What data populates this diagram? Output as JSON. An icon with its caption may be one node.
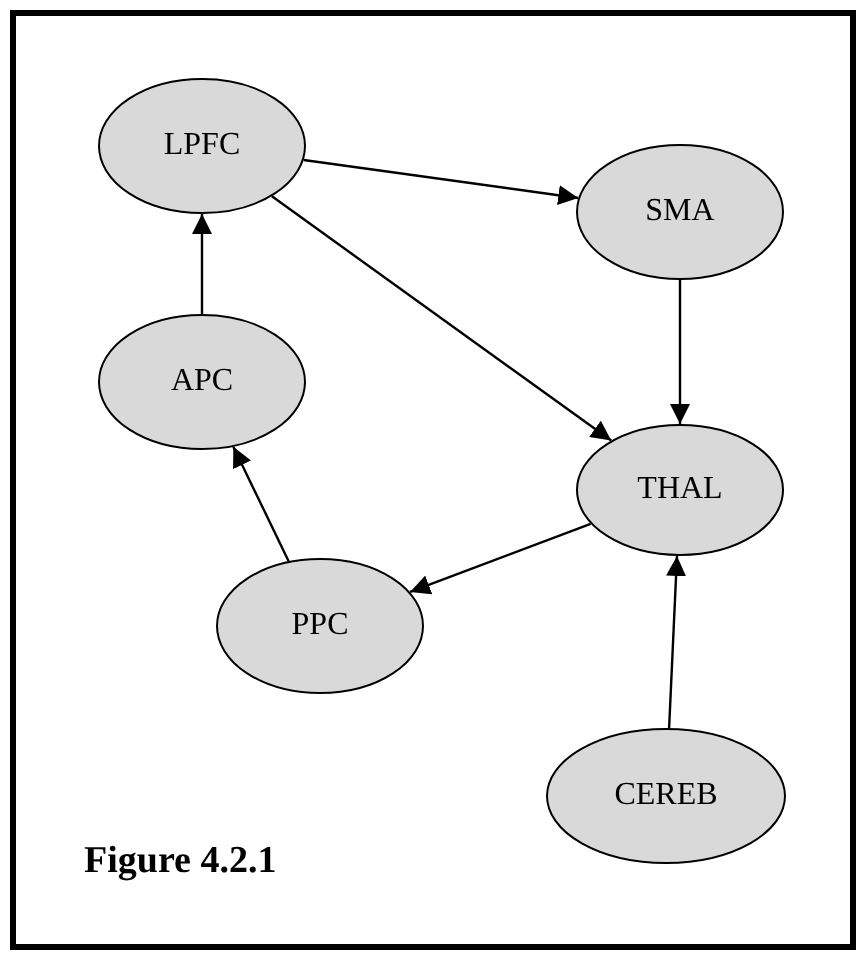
{
  "diagram": {
    "caption": "Figure 4.2.1",
    "nodes": [
      {
        "text": [
          "LPFC"
        ]
      },
      {
        "text": [
          "SMA"
        ]
      },
      {
        "text": [
          "APC"
        ]
      },
      {
        "text": [
          "THAL"
        ]
      },
      {
        "text": [
          "PPC"
        ]
      },
      {
        "text": [
          "CEREB"
        ]
      }
    ],
    "edges": [
      {
        "from": 0,
        "to": 1,
        "arrow": "to"
      },
      {
        "from": 0,
        "to": 3,
        "arrow": "to"
      },
      {
        "from": 1,
        "to": 3,
        "arrow": "to"
      },
      {
        "from": 2,
        "to": 0,
        "arrow": "to"
      },
      {
        "from": 4,
        "to": 2,
        "arrow": "to"
      },
      {
        "from": 3,
        "to": 4,
        "arrow": "to"
      },
      {
        "from": 5,
        "to": 3,
        "arrow": "to"
      }
    ]
  }
}
